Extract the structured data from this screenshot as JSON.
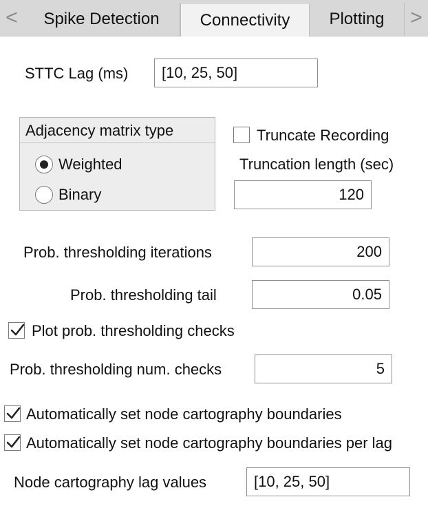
{
  "tabs": {
    "prev_arrow": "<",
    "next_arrow": ">",
    "items": [
      {
        "label": "Spike Detection",
        "active": false
      },
      {
        "label": "Connectivity",
        "active": true
      },
      {
        "label": "Plotting",
        "active": false
      }
    ]
  },
  "sttc_lag": {
    "label": "STTC Lag (ms)",
    "value": "[10, 25, 50]"
  },
  "adjacency": {
    "title": "Adjacency matrix type",
    "options": [
      {
        "label": "Weighted",
        "selected": true
      },
      {
        "label": "Binary",
        "selected": false
      }
    ]
  },
  "truncate": {
    "checkbox_label": "Truncate Recording",
    "checked": false,
    "length_label": "Truncation length  (sec)",
    "length_value": "120"
  },
  "prob_iterations": {
    "label": "Prob. thresholding iterations",
    "value": "200"
  },
  "prob_tail": {
    "label": "Prob. thresholding tail",
    "value": "0.05"
  },
  "plot_checks": {
    "label": "Plot prob. thresholding checks",
    "checked": true
  },
  "num_checks": {
    "label": "Prob. thresholding num. checks",
    "value": "5"
  },
  "auto_boundaries": {
    "label": "Automatically set node cartography boundaries",
    "checked": true
  },
  "auto_boundaries_per_lag": {
    "label": "Automatically set node cartography boundaries per lag",
    "checked": true
  },
  "cartography_lags": {
    "label": "Node cartography lag values",
    "value": "[10, 25, 50]"
  },
  "colors": {
    "tab_bar": "#d8d8d8",
    "active_tab": "#f2f2f2",
    "panel": "#ededed",
    "text": "#111111"
  }
}
